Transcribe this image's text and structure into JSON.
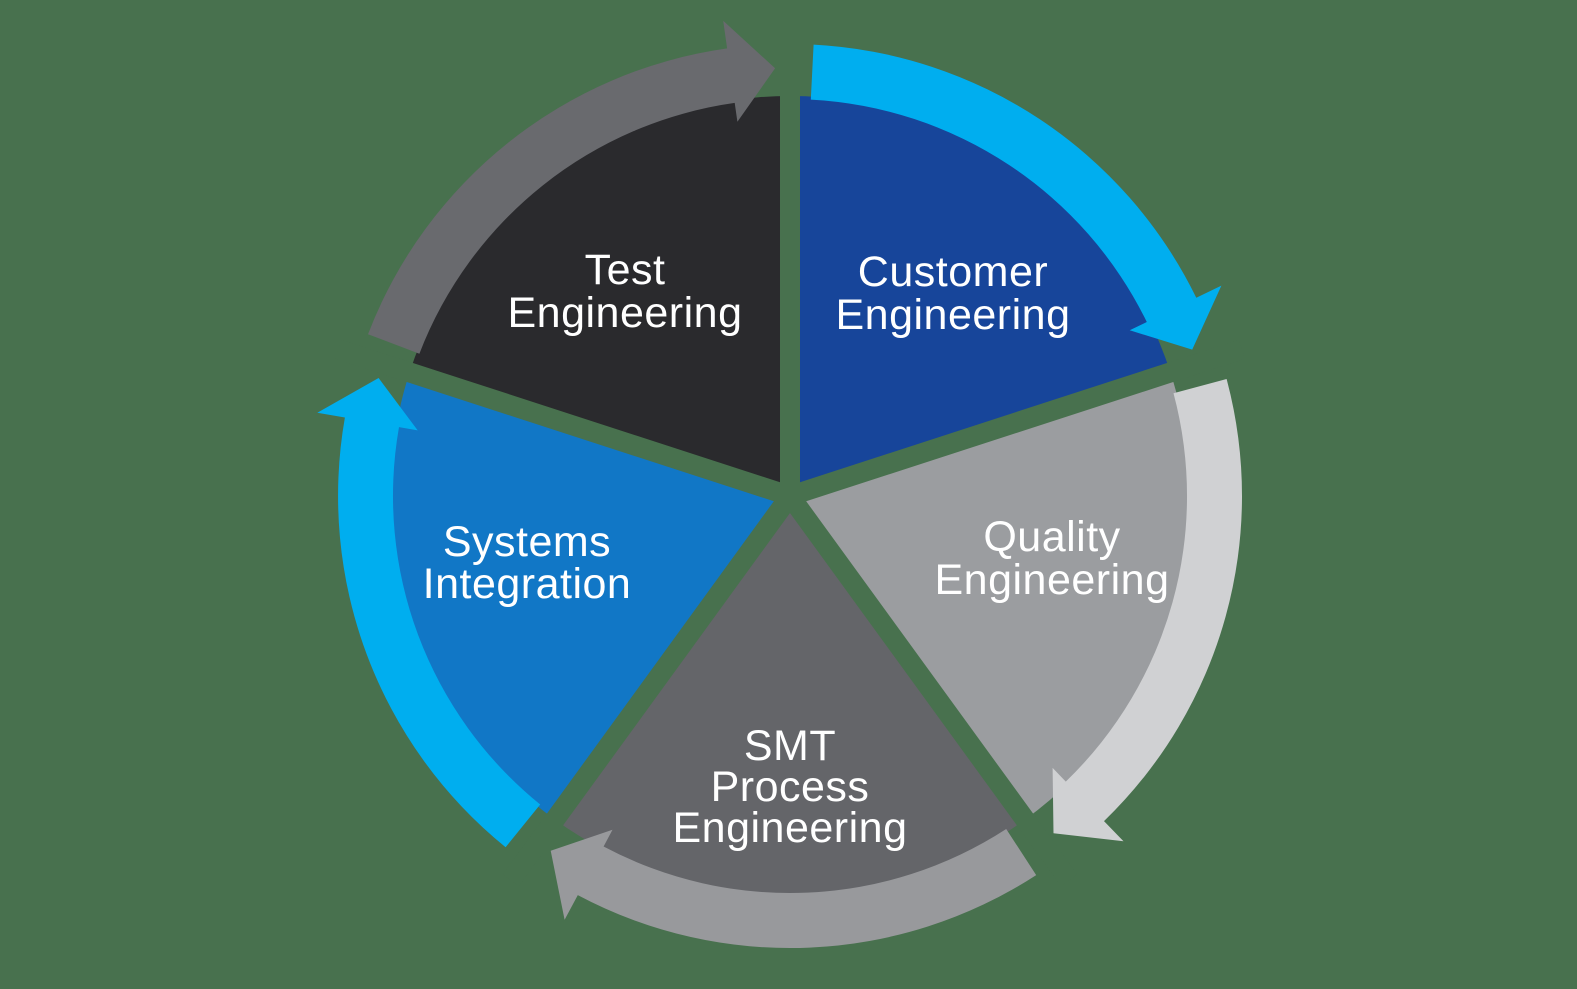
{
  "diagram": {
    "type": "cycle",
    "direction": "clockwise",
    "background_color": "#48714e",
    "label_color": "#ffffff",
    "segments": [
      {
        "id": "customer-engineering",
        "lines": [
          "Customer",
          "Engineering"
        ],
        "wedge_color": "#17459a",
        "arrow_color": "#00aeef"
      },
      {
        "id": "quality-engineering",
        "lines": [
          "Quality",
          "Engineering"
        ],
        "wedge_color": "#9b9da0",
        "arrow_color": "#d0d1d3"
      },
      {
        "id": "smt-process-engineering",
        "lines": [
          "SMT",
          "Process",
          "Engineering"
        ],
        "wedge_color": "#646569",
        "arrow_color": "#98999c"
      },
      {
        "id": "systems-integration",
        "lines": [
          "Systems",
          "Integration"
        ],
        "wedge_color": "#1177c6",
        "arrow_color": "#00aeef"
      },
      {
        "id": "test-engineering",
        "lines": [
          "Test",
          "Engineering"
        ],
        "wedge_color": "#2a2a2d",
        "arrow_color": "#696a6e"
      }
    ]
  }
}
